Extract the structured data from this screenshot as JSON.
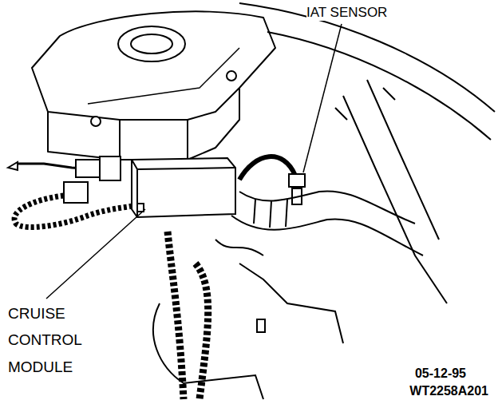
{
  "diagram": {
    "labels": [
      "IAT SENSOR",
      "CRUISE CONTROL MODULE",
      "05-12-95",
      "WT2258A201"
    ]
  }
}
